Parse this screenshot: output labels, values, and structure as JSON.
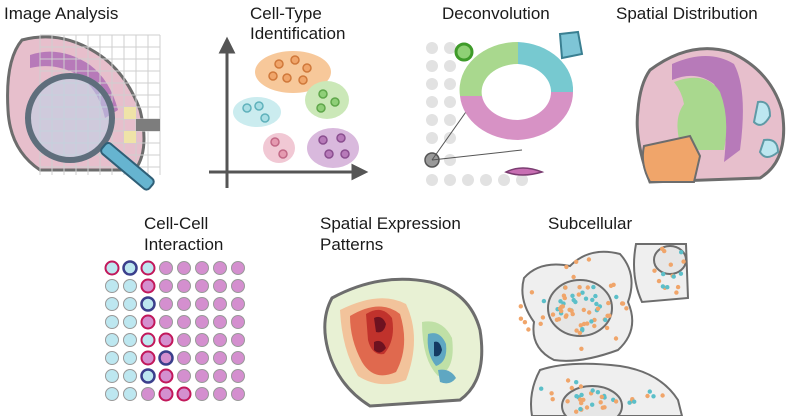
{
  "panels": {
    "image_analysis": {
      "title": "Image Analysis"
    },
    "cell_type": {
      "title_line1": "Cell-Type",
      "title_line2": "Identification"
    },
    "deconvolution": {
      "title": "Deconvolution"
    },
    "spatial_distribution": {
      "title": "Spatial Distribution"
    },
    "cell_cell": {
      "title_line1": "Cell-Cell",
      "title_line2": "Interaction"
    },
    "spatial_expression": {
      "title_line1": "Spatial Expression",
      "title_line2": "Patterns"
    },
    "subcellular": {
      "title": "Subcellular"
    }
  },
  "colors": {
    "tissue_pink": "#e7bfcc",
    "tissue_outline": "#6d6d6d",
    "purple": "#b77ab9",
    "green": "#a9d88e",
    "orange": "#f0a56a",
    "teal": "#77c9d0",
    "light_blue": "#bde7f0",
    "gray_dot": "#dedede",
    "crimson": "#c2185b",
    "navy": "#3b3f8c"
  },
  "icons": [
    "magnifier-icon",
    "axes-icon",
    "donut-chart-icon",
    "cell-icon"
  ]
}
